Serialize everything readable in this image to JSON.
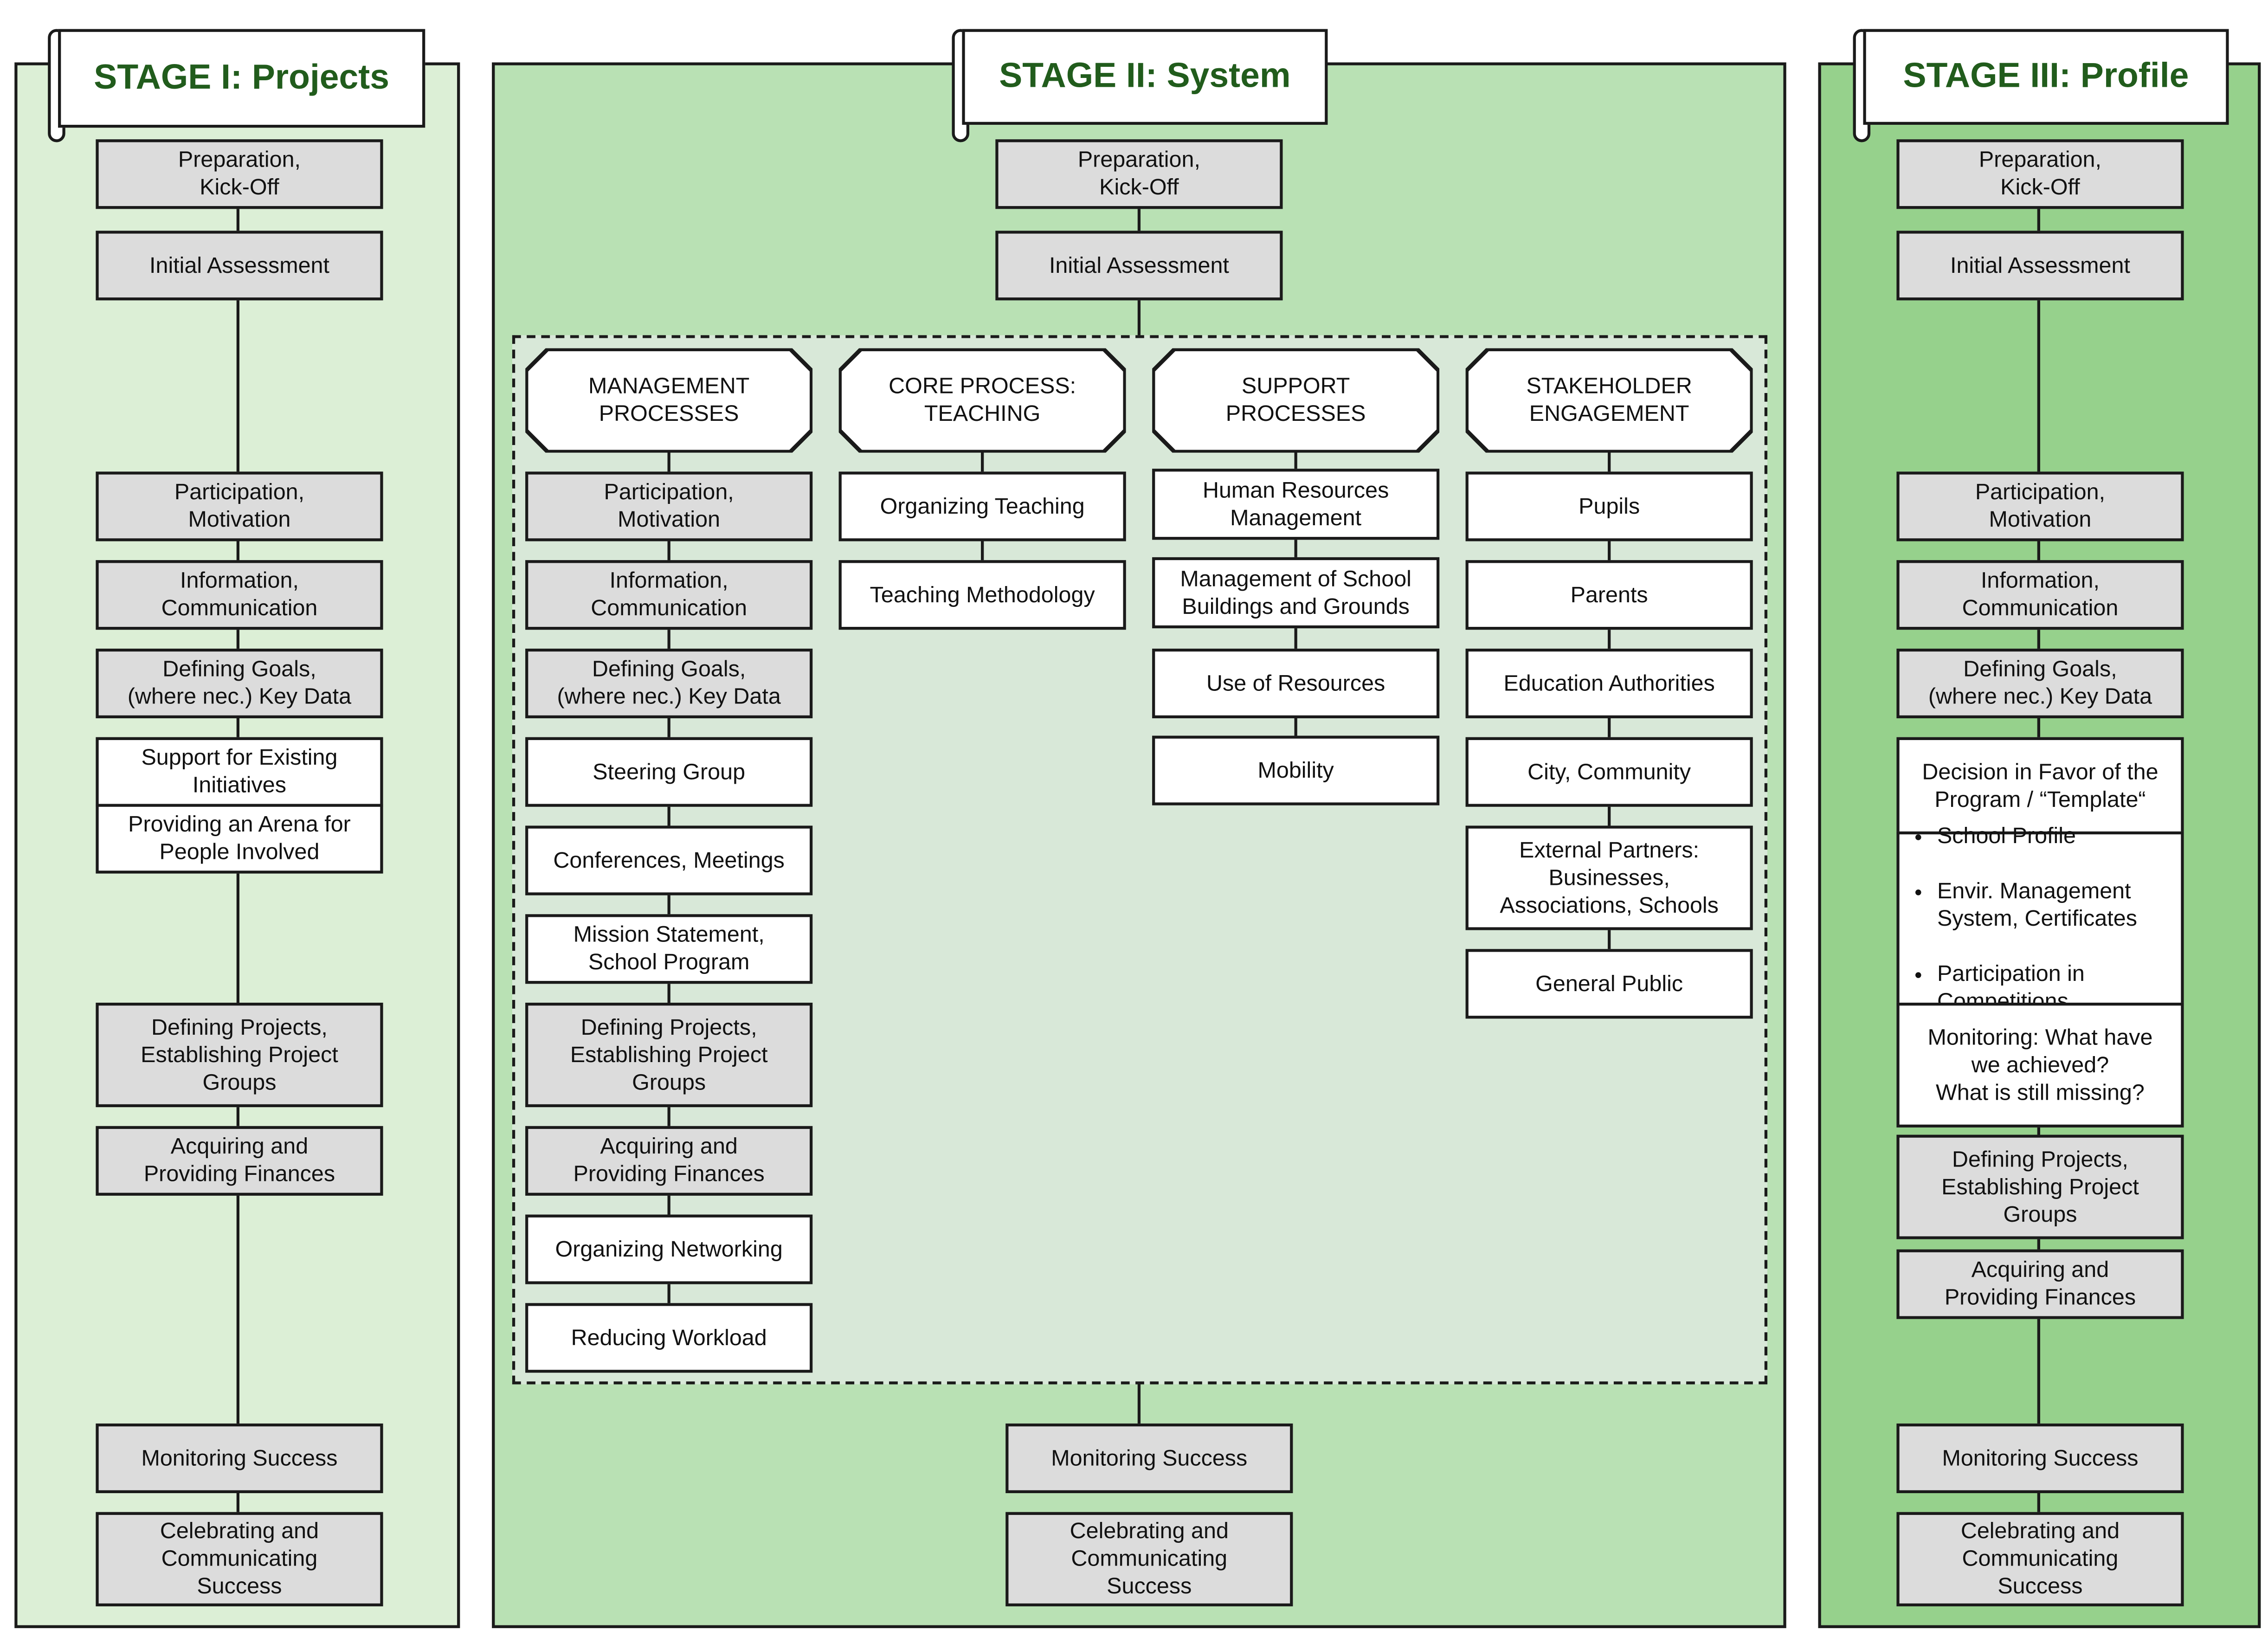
{
  "colors": {
    "stage1_bg": "#dcefd6",
    "stage2_bg": "#b9e1b4",
    "stage3_bg": "#96d18c",
    "inner_bg": "#d8e8d8",
    "title_color": "#215c1c",
    "grey_box": "#dcdcdc"
  },
  "stage1": {
    "title": "STAGE I: Projects",
    "boxes": [
      "Preparation,\nKick-Off",
      "Initial Assessment",
      "Participation,\nMotivation",
      "Information,\nCommunication",
      "Defining Goals,\n(where nec.) Key Data",
      "Support for Existing\nInitiatives",
      "Providing an Arena for\nPeople Involved",
      "Defining Projects,\nEstablishing Project\nGroups",
      "Acquiring and\nProviding Finances",
      "Monitoring Success",
      "Celebrating and\nCommunicating\nSuccess"
    ]
  },
  "stage2": {
    "title": "STAGE II: System",
    "top_boxes": [
      "Preparation,\nKick-Off",
      "Initial Assessment"
    ],
    "bottom_boxes": [
      "Monitoring Success",
      "Celebrating and\nCommunicating\nSuccess"
    ],
    "columns": [
      {
        "header": "MANAGEMENT\nPROCESSES",
        "items": [
          "Participation,\nMotivation",
          "Information,\nCommunication",
          "Defining Goals,\n(where nec.) Key Data",
          "Steering Group",
          "Conferences, Meetings",
          "Mission Statement,\nSchool Program",
          "Defining Projects,\nEstablishing Project\nGroups",
          "Acquiring and\nProviding Finances",
          "Organizing Networking",
          "Reducing Workload"
        ]
      },
      {
        "header": "CORE PROCESS:\nTEACHING",
        "items": [
          "Organizing Teaching",
          "Teaching Methodology"
        ]
      },
      {
        "header": "SUPPORT\nPROCESSES",
        "items": [
          "Human Resources\nManagement",
          "Management of School\nBuildings and Grounds",
          "Use of Resources",
          "Mobility"
        ]
      },
      {
        "header": "STAKEHOLDER\nENGAGEMENT",
        "items": [
          "Pupils",
          "Parents",
          "Education Authorities",
          "City, Community",
          "External Partners:\nBusinesses,\nAssociations, Schools",
          "General Public"
        ]
      }
    ]
  },
  "stage3": {
    "title": "STAGE III: Profile",
    "boxes": [
      "Preparation,\nKick-Off",
      "Initial Assessment",
      "Participation,\nMotivation",
      "Information,\nCommunication",
      "Defining Goals,\n(where nec.) Key Data",
      "Decision in Favor of the\nProgram / “Template“",
      "Monitoring: What have\nwe achieved?\nWhat is still missing?",
      "Defining Projects,\nEstablishing Project\nGroups",
      "Acquiring and\nProviding Finances",
      "Monitoring Success",
      "Celebrating and\nCommunicating\nSuccess"
    ],
    "bullets": [
      "School Profile",
      "Envir. Management\nSystem, Certificates",
      "Participation in\nCompetitions"
    ]
  }
}
